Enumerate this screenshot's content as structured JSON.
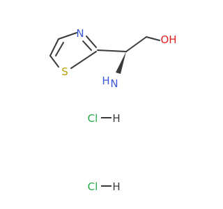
{
  "structure": {
    "atoms": {
      "nitrogen_ring": "N",
      "sulfur_ring": "S",
      "hydroxyl": "OH",
      "amino_h": "H",
      "amino_n": "N",
      "hcl_1_cl": "Cl",
      "hcl_1_h": "H",
      "hcl_2_cl": "Cl",
      "hcl_2_h": "H"
    },
    "colors": {
      "carbon_bond": "#3a3a3a",
      "nitrogen": "#3b56d9",
      "sulfur": "#b7a200",
      "oxygen": "#e02020",
      "chlorine": "#28a745",
      "hydrogen": "#3a3a3a"
    }
  }
}
